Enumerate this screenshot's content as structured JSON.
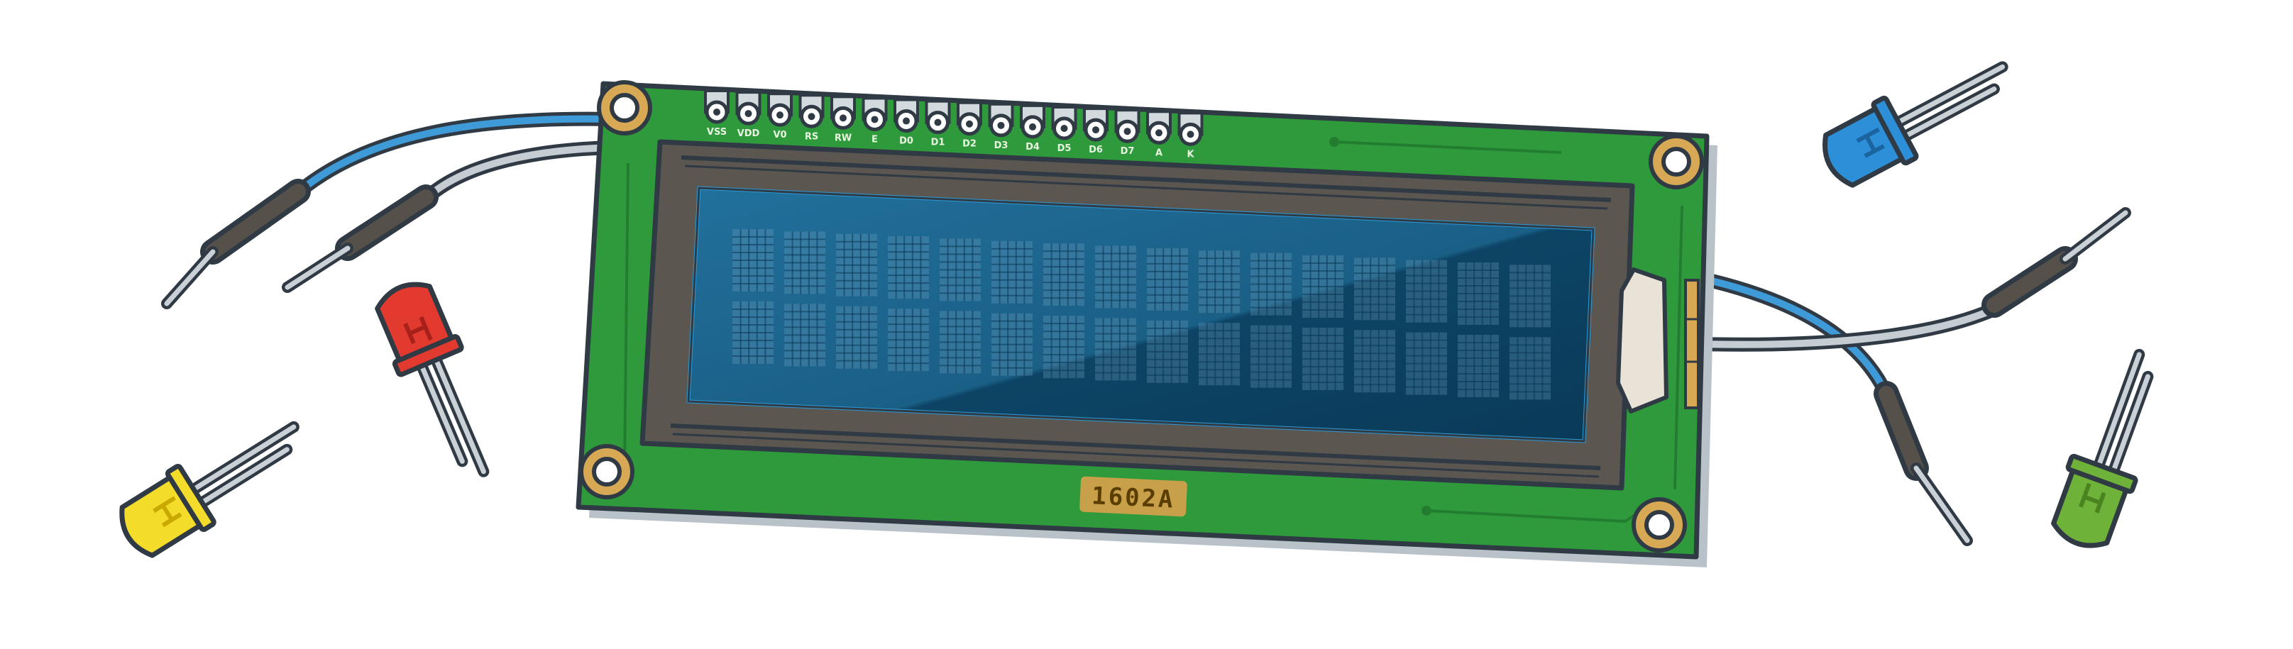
{
  "module": {
    "model_label": "1602A",
    "pins": [
      "VSS",
      "VDD",
      "V0",
      "RS",
      "RW",
      "E",
      "D0",
      "D1",
      "D2",
      "D3",
      "D4",
      "D5",
      "D6",
      "D7",
      "A",
      "K"
    ],
    "lcd_grid": {
      "rows": 2,
      "columns": 16
    }
  },
  "leds": [
    {
      "color_name": "yellow",
      "color": "#f4dc2a"
    },
    {
      "color_name": "red",
      "color": "#e23a2e"
    },
    {
      "color_name": "blue",
      "color": "#2c8fd8"
    },
    {
      "color_name": "green",
      "color": "#6fb23a"
    }
  ],
  "colors": {
    "pcb": "#2f9a3c",
    "pcb_dark": "#1f7a2c",
    "bezel": "#5b5650",
    "lcd_bg": "#0e4a6e",
    "lcd_glass": "#1e6a96",
    "pad": "#d8a955",
    "wire_blue": "#3f9ad8",
    "wire_grey": "#c5ccd2",
    "outline": "#2f3a44"
  }
}
